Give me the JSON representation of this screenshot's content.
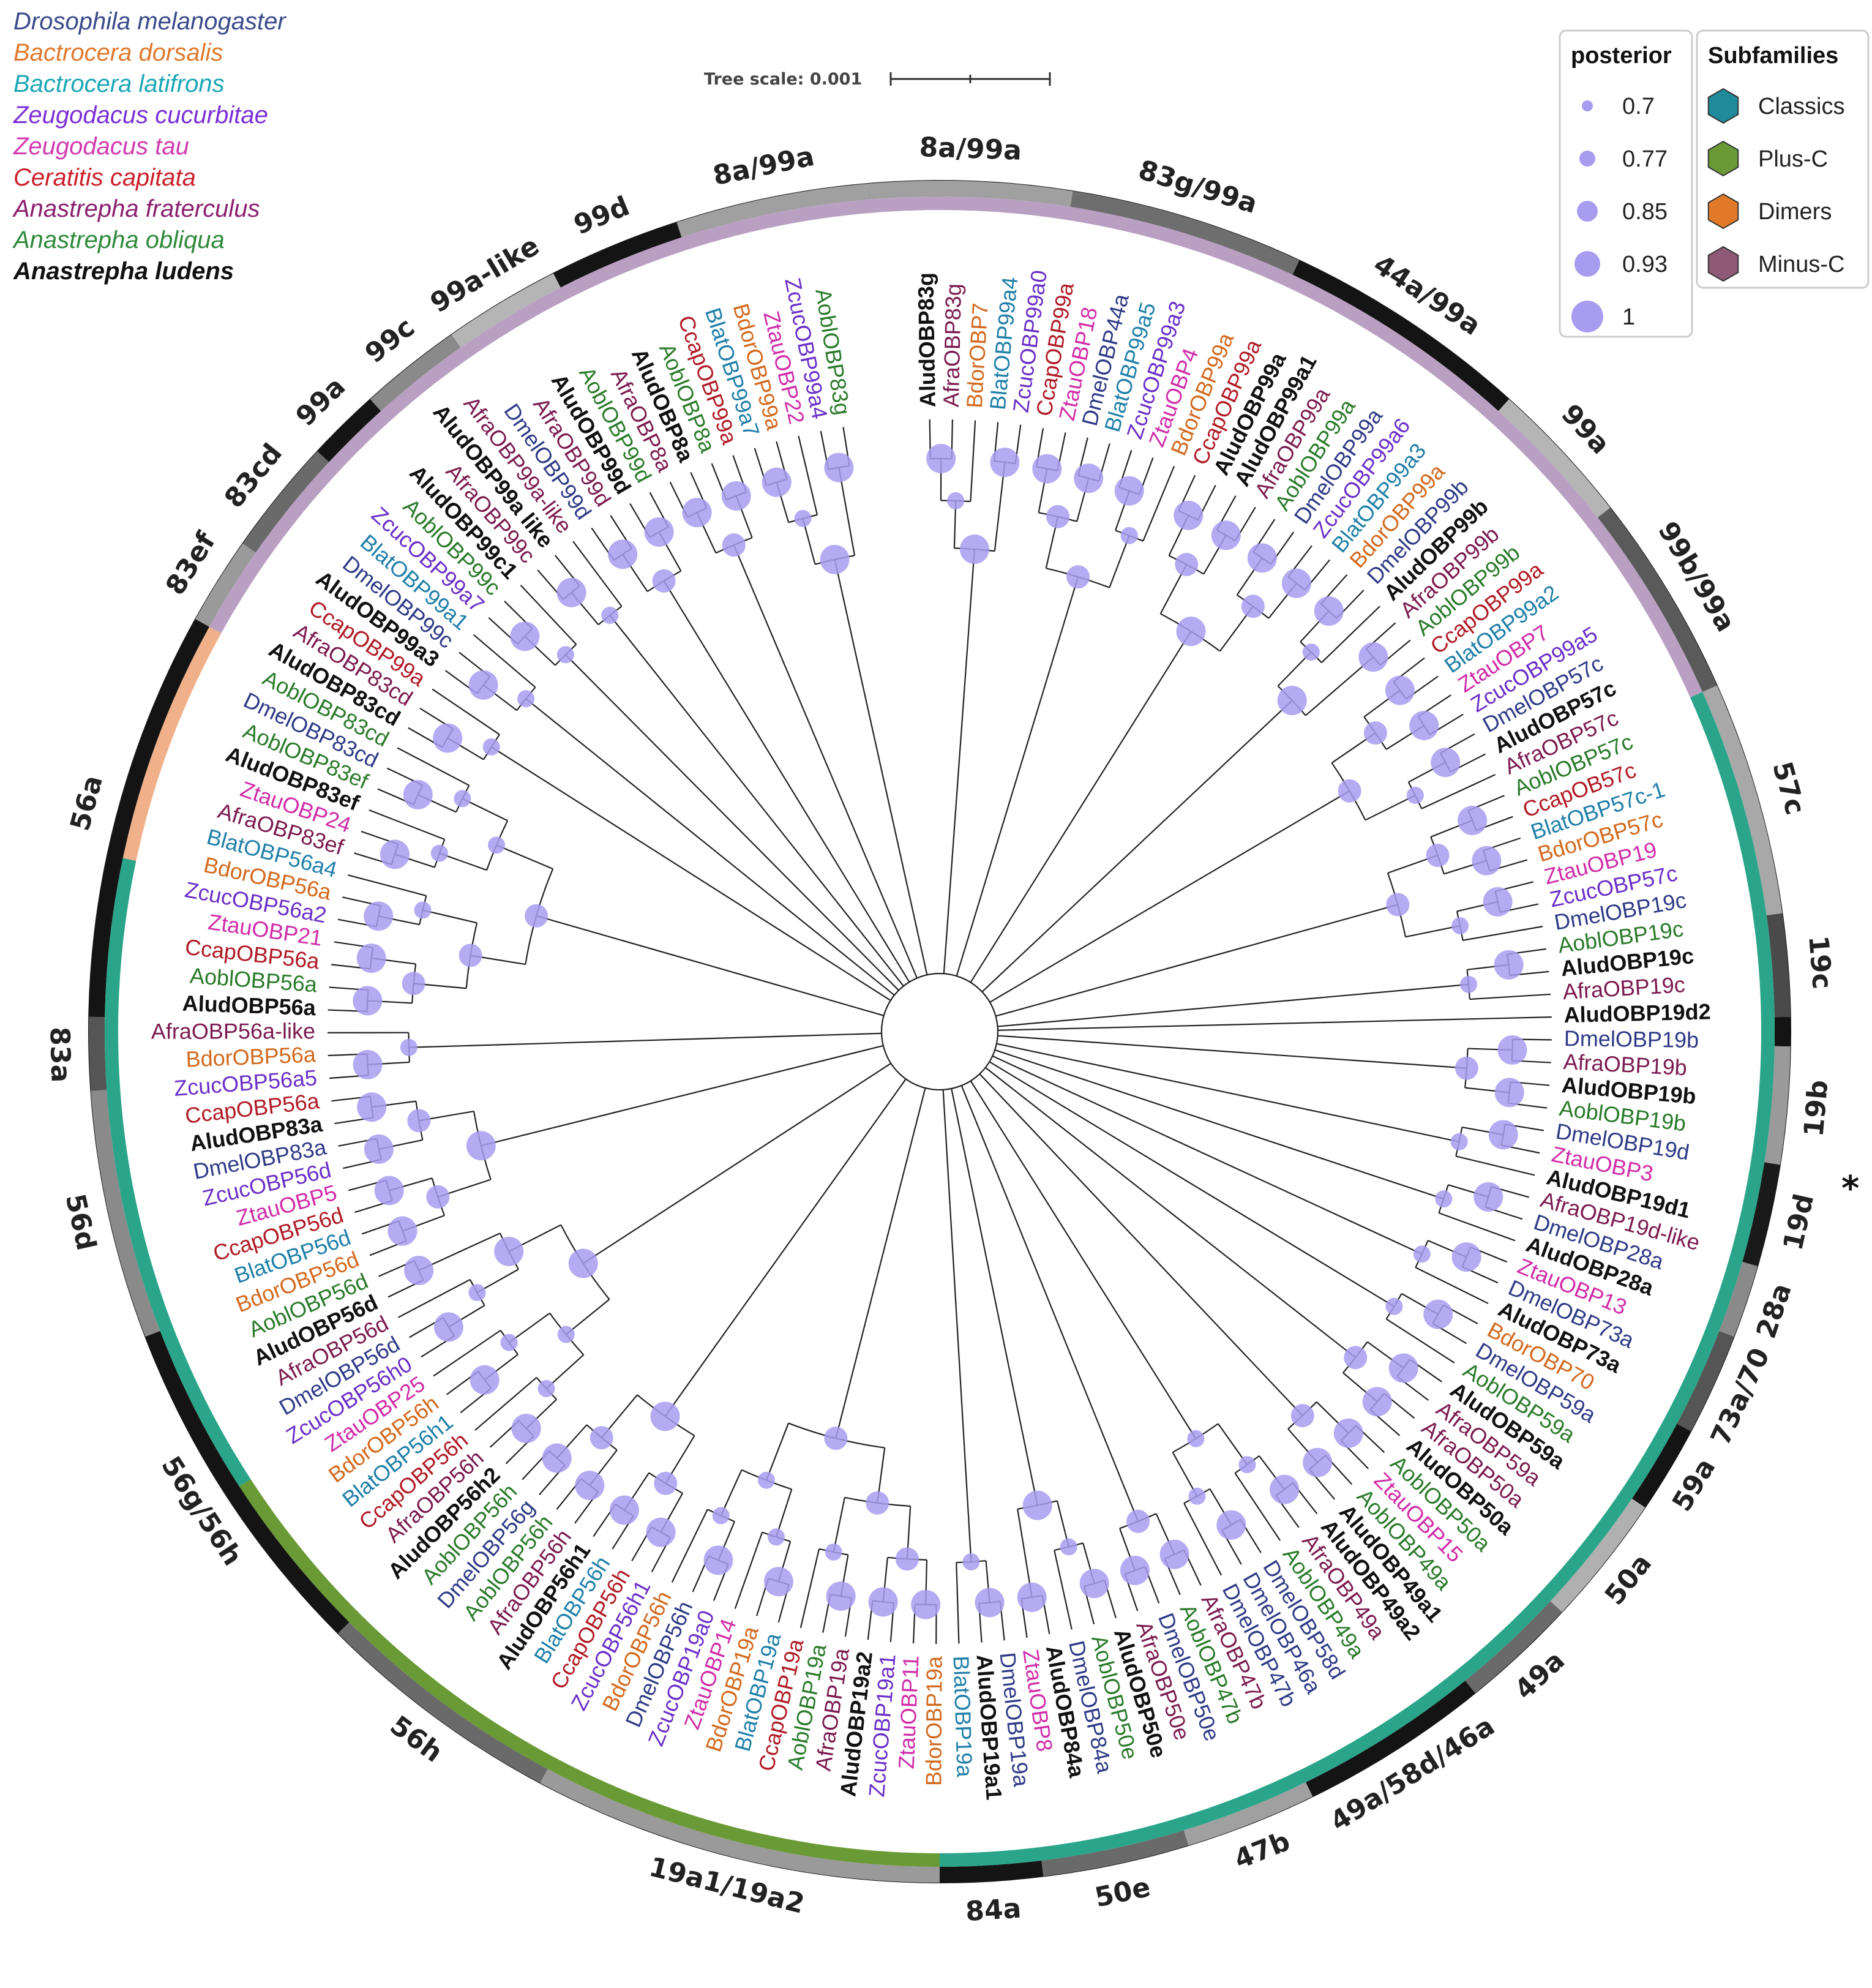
{
  "species_legend": [
    {
      "name": "Drosophila melanogaster",
      "color": "#3a4a8a",
      "bold": false
    },
    {
      "name": "Bactrocera dorsalis",
      "color": "#e0792e",
      "bold": false
    },
    {
      "name": "Bactrocera latifrons",
      "color": "#1aa7b5",
      "bold": false
    },
    {
      "name": "Zeugodacus cucurbitae",
      "color": "#7a2fd6",
      "bold": false
    },
    {
      "name": "Zeugodacus tau",
      "color": "#d23ab0",
      "bold": false
    },
    {
      "name": "Ceratitis capitata",
      "color": "#cc1f2a",
      "bold": false
    },
    {
      "name": "Anastrepha fraterculus",
      "color": "#8a1f6e",
      "bold": false
    },
    {
      "name": "Anastrepha obliqua",
      "color": "#2e8a3a",
      "bold": false
    },
    {
      "name": "Anastrepha ludens",
      "color": "#111111",
      "bold": true
    }
  ],
  "scale_bar": {
    "label": "Tree scale: 0.001"
  },
  "posterior_legend": {
    "header": "posterior",
    "values": [
      "0.7",
      "0.77",
      "0.85",
      "0.93",
      "1"
    ],
    "color": "#a89cf0"
  },
  "subfamilies_legend": {
    "header": "Subfamilies",
    "items": [
      {
        "name": "Classics",
        "color": "#1f8a99"
      },
      {
        "name": "Plus-C",
        "color": "#6a9a35"
      },
      {
        "name": "Dimers",
        "color": "#e07a28"
      },
      {
        "name": "Minus-C",
        "color": "#8e5a78"
      }
    ]
  },
  "subfamily_ring": [
    {
      "name": "Minus-C",
      "start": -61,
      "end": 66,
      "color": "#b9a0c3"
    },
    {
      "name": "Classics",
      "start": 66,
      "end": 180,
      "color": "#2aa58a"
    },
    {
      "name": "Plus-C",
      "start": 180,
      "end": 237,
      "color": "#6a9a35"
    },
    {
      "name": "Classics",
      "start": 237,
      "end": 282,
      "color": "#2aa58a"
    },
    {
      "name": "Dimers",
      "start": 282,
      "end": 299,
      "color": "#f0b08a"
    }
  ],
  "clades": [
    {
      "label": "8a/99a",
      "start": -5,
      "end": 9,
      "shade": "#a0a0a0"
    },
    {
      "label": "83g/99a",
      "start": 9,
      "end": 25,
      "shade": "#6e6e6e"
    },
    {
      "label": "44a/99a",
      "start": 25,
      "end": 42,
      "shade": "#141414"
    },
    {
      "label": "99a",
      "start": 42,
      "end": 52,
      "shade": "#b5b5b5"
    },
    {
      "label": "99b/99a",
      "start": 52,
      "end": 66,
      "shade": "#5a5a5a"
    },
    {
      "label": "57c",
      "start": 66,
      "end": 82,
      "shade": "#a8a8a8"
    },
    {
      "label": "19c",
      "start": 82,
      "end": 89,
      "shade": "#4a4a4a"
    },
    {
      "label": "*",
      "start": 89,
      "end": 91,
      "shade": "#141414"
    },
    {
      "label": "19b",
      "start": 91,
      "end": 99,
      "shade": "#9a9a9a"
    },
    {
      "label": "19d",
      "start": 99,
      "end": 106,
      "shade": "#1a1a1a"
    },
    {
      "label": "28a",
      "start": 106,
      "end": 111,
      "shade": "#8a8a8a"
    },
    {
      "label": "73a/70",
      "start": 111,
      "end": 118,
      "shade": "#555555"
    },
    {
      "label": "59a",
      "start": 118,
      "end": 124,
      "shade": "#141414"
    },
    {
      "label": "50a",
      "start": 124,
      "end": 133,
      "shade": "#b0b0b0"
    },
    {
      "label": "49a",
      "start": 133,
      "end": 141,
      "shade": "#6a6a6a"
    },
    {
      "label": "49a/58d/46a",
      "start": 141,
      "end": 154,
      "shade": "#141414"
    },
    {
      "label": "47b",
      "start": 154,
      "end": 163,
      "shade": "#a0a0a0"
    },
    {
      "label": "50e",
      "start": 163,
      "end": 173,
      "shade": "#6a6a6a"
    },
    {
      "label": "84a",
      "start": 173,
      "end": 180,
      "shade": "#141414"
    },
    {
      "label": "19a1/19a2",
      "start": 180,
      "end": 208,
      "shade": "#9a9a9a"
    },
    {
      "label": "56h",
      "start": 208,
      "end": 225,
      "shade": "#6a6a6a"
    },
    {
      "label": "56g/56h",
      "start": 225,
      "end": 249,
      "shade": "#141414"
    },
    {
      "label": "56d",
      "start": 249,
      "end": 266,
      "shade": "#8a8a8a"
    },
    {
      "label": "83a",
      "start": 266,
      "end": 271,
      "shade": "#555555"
    },
    {
      "label": "56a",
      "start": 271,
      "end": 299,
      "shade": "#141414"
    },
    {
      "label": "83ef",
      "start": 299,
      "end": 305,
      "shade": "#9a9a9a"
    },
    {
      "label": "83cd",
      "start": 305,
      "end": 313,
      "shade": "#6a6a6a"
    },
    {
      "label": "99a",
      "start": 313,
      "end": 318,
      "shade": "#141414"
    },
    {
      "label": "99c",
      "start": 318,
      "end": 325,
      "shade": "#8a8a8a"
    },
    {
      "label": "99a-like",
      "start": 325,
      "end": 333,
      "shade": "#b5b5b5"
    },
    {
      "label": "99d",
      "start": 333,
      "end": 342,
      "shade": "#141414"
    },
    {
      "label": "8a/99a",
      "start": 342,
      "end": 355,
      "shade": "#a0a0a0"
    }
  ],
  "tips": [
    {
      "name": "AludOBP83g",
      "sp": "Alud"
    },
    {
      "name": "AfraOBP83g",
      "sp": "Afra"
    },
    {
      "name": "BdorOBP7",
      "sp": "Bdor"
    },
    {
      "name": "BlatOBP99a4",
      "sp": "Blat"
    },
    {
      "name": "ZcucOBP99a0",
      "sp": "Zcuc"
    },
    {
      "name": "CcapOBP99a",
      "sp": "Ccap"
    },
    {
      "name": "ZtauOBP18",
      "sp": "Ztau"
    },
    {
      "name": "DmelOBP44a",
      "sp": "Dmel"
    },
    {
      "name": "BlatOBP99a5",
      "sp": "Blat"
    },
    {
      "name": "ZcucOBP99a3",
      "sp": "Zcuc"
    },
    {
      "name": "ZtauOBP4",
      "sp": "Ztau"
    },
    {
      "name": "BdorOBP99a",
      "sp": "Bdor"
    },
    {
      "name": "CcapOBP99a",
      "sp": "Ccap"
    },
    {
      "name": "AludOBP99a",
      "sp": "Alud"
    },
    {
      "name": "AludOBP99a1",
      "sp": "Alud"
    },
    {
      "name": "AfraOBP99a",
      "sp": "Afra"
    },
    {
      "name": "AoblOBP99a",
      "sp": "Aobl"
    },
    {
      "name": "DmelOBP99a",
      "sp": "Dmel"
    },
    {
      "name": "ZcucOBP99a6",
      "sp": "Zcuc"
    },
    {
      "name": "BlatOBP99a3",
      "sp": "Blat"
    },
    {
      "name": "BdorOBP99a",
      "sp": "Bdor"
    },
    {
      "name": "DmelOBP99b",
      "sp": "Dmel"
    },
    {
      "name": "AludOBP99b",
      "sp": "Alud"
    },
    {
      "name": "AfraOBP99b",
      "sp": "Afra"
    },
    {
      "name": "AoblOBP99b",
      "sp": "Aobl"
    },
    {
      "name": "CcapOBP99a",
      "sp": "Ccap"
    },
    {
      "name": "BlatOBP99a2",
      "sp": "Blat"
    },
    {
      "name": "ZtauOBP7",
      "sp": "Ztau"
    },
    {
      "name": "ZcucOBP99a5",
      "sp": "Zcuc"
    },
    {
      "name": "DmelOBP57c",
      "sp": "Dmel"
    },
    {
      "name": "AludOBP57c",
      "sp": "Alud"
    },
    {
      "name": "AfraOBP57c",
      "sp": "Afra"
    },
    {
      "name": "AoblOBP57c",
      "sp": "Aobl"
    },
    {
      "name": "CcapOB57c",
      "sp": "Ccap"
    },
    {
      "name": "BlatOBP57c-1",
      "sp": "Blat"
    },
    {
      "name": "BdorOBP57c",
      "sp": "Bdor"
    },
    {
      "name": "ZtauOBP19",
      "sp": "Ztau"
    },
    {
      "name": "ZcucOBP57c",
      "sp": "Zcuc"
    },
    {
      "name": "DmelOBP19c",
      "sp": "Dmel"
    },
    {
      "name": "AoblOBP19c",
      "sp": "Aobl"
    },
    {
      "name": "AludOBP19c",
      "sp": "Alud"
    },
    {
      "name": "AfraOBP19c",
      "sp": "Afra"
    },
    {
      "name": "AludOBP19d2",
      "sp": "Alud"
    },
    {
      "name": "DmelOBP19b",
      "sp": "Dmel"
    },
    {
      "name": "AfraOBP19b",
      "sp": "Afra"
    },
    {
      "name": "AludOBP19b",
      "sp": "Alud"
    },
    {
      "name": "AoblOBP19b",
      "sp": "Aobl"
    },
    {
      "name": "DmelOBP19d",
      "sp": "Dmel"
    },
    {
      "name": "ZtauOBP3",
      "sp": "Ztau"
    },
    {
      "name": "AludOBP19d1",
      "sp": "Alud"
    },
    {
      "name": "AfraOBP19d-like",
      "sp": "Afra"
    },
    {
      "name": "DmelOBP28a",
      "sp": "Dmel"
    },
    {
      "name": "AludOBP28a",
      "sp": "Alud"
    },
    {
      "name": "ZtauOBP13",
      "sp": "Ztau"
    },
    {
      "name": "DmelOBP73a",
      "sp": "Dmel"
    },
    {
      "name": "AludOBP73a",
      "sp": "Alud"
    },
    {
      "name": "BdorOBP70",
      "sp": "Bdor"
    },
    {
      "name": "DmelOBP59a",
      "sp": "Dmel"
    },
    {
      "name": "AoblOBP59a",
      "sp": "Aobl"
    },
    {
      "name": "AludOBP59a",
      "sp": "Alud"
    },
    {
      "name": "AfraOBP59a",
      "sp": "Afra"
    },
    {
      "name": "AfraOBP50a",
      "sp": "Afra"
    },
    {
      "name": "AludOBP50a",
      "sp": "Alud"
    },
    {
      "name": "AoblOBP50a",
      "sp": "Aobl"
    },
    {
      "name": "ZtauOBP15",
      "sp": "Ztau"
    },
    {
      "name": "AoblOBP49a",
      "sp": "Aobl"
    },
    {
      "name": "AludOBP49a1",
      "sp": "Alud"
    },
    {
      "name": "AludOBP49a2",
      "sp": "Alud"
    },
    {
      "name": "AfraOBP49a",
      "sp": "Afra"
    },
    {
      "name": "AoblOBP49a",
      "sp": "Aobl"
    },
    {
      "name": "DmelOBP58d",
      "sp": "Dmel"
    },
    {
      "name": "DmelOBP46a",
      "sp": "Dmel"
    },
    {
      "name": "DmelOBP47b",
      "sp": "Dmel"
    },
    {
      "name": "AfraOBP47b",
      "sp": "Afra"
    },
    {
      "name": "AoblOBP47b",
      "sp": "Aobl"
    },
    {
      "name": "DmelOBP50e",
      "sp": "Dmel"
    },
    {
      "name": "AfraOBP50e",
      "sp": "Afra"
    },
    {
      "name": "AludOBP50e",
      "sp": "Alud"
    },
    {
      "name": "AoblOBP50e",
      "sp": "Aobl"
    },
    {
      "name": "DmelOBP84a",
      "sp": "Dmel"
    },
    {
      "name": "AludOBP84a",
      "sp": "Alud"
    },
    {
      "name": "ZtauOBP8",
      "sp": "Ztau"
    },
    {
      "name": "DmelOBP19a",
      "sp": "Dmel"
    },
    {
      "name": "AludOBP19a1",
      "sp": "Alud"
    },
    {
      "name": "BlatOBP19a",
      "sp": "Blat"
    },
    {
      "name": "BdorOBP19a",
      "sp": "Bdor"
    },
    {
      "name": "ZtauOBP11",
      "sp": "Ztau"
    },
    {
      "name": "ZcucOBP19a1",
      "sp": "Zcuc"
    },
    {
      "name": "AludOBP19a2",
      "sp": "Alud"
    },
    {
      "name": "AfraOBP19a",
      "sp": "Afra"
    },
    {
      "name": "AoblOBP19a",
      "sp": "Aobl"
    },
    {
      "name": "CcapOBP19a",
      "sp": "Ccap"
    },
    {
      "name": "BlatOBP19a",
      "sp": "Blat"
    },
    {
      "name": "BdorOBP19a",
      "sp": "Bdor"
    },
    {
      "name": "ZtauOBP14",
      "sp": "Ztau"
    },
    {
      "name": "ZcucOBP19a0",
      "sp": "Zcuc"
    },
    {
      "name": "DmelOBP56h",
      "sp": "Dmel"
    },
    {
      "name": "BdorOBP56h",
      "sp": "Bdor"
    },
    {
      "name": "ZcucOBP56h1",
      "sp": "Zcuc"
    },
    {
      "name": "CcapOBP56h",
      "sp": "Ccap"
    },
    {
      "name": "BlatOBP56h",
      "sp": "Blat"
    },
    {
      "name": "AludOBP56h1",
      "sp": "Alud"
    },
    {
      "name": "AfraOBP56h",
      "sp": "Afra"
    },
    {
      "name": "AoblOBP56h",
      "sp": "Aobl"
    },
    {
      "name": "DmelOBP56g",
      "sp": "Dmel"
    },
    {
      "name": "AoblOBP56h",
      "sp": "Aobl"
    },
    {
      "name": "AludOBP56h2",
      "sp": "Alud"
    },
    {
      "name": "AfraOBP56h",
      "sp": "Afra"
    },
    {
      "name": "CcapOBP56h",
      "sp": "Ccap"
    },
    {
      "name": "BlatOBP56h1",
      "sp": "Blat"
    },
    {
      "name": "BdorOBP56h",
      "sp": "Bdor"
    },
    {
      "name": "ZtauOBP25",
      "sp": "Ztau"
    },
    {
      "name": "ZcucOBP56h0",
      "sp": "Zcuc"
    },
    {
      "name": "DmelOBP56d",
      "sp": "Dmel"
    },
    {
      "name": "AfraOBP56d",
      "sp": "Afra"
    },
    {
      "name": "AludOBP56d",
      "sp": "Alud"
    },
    {
      "name": "AoblOBP56d",
      "sp": "Aobl"
    },
    {
      "name": "BdorOBP56d",
      "sp": "Bdor"
    },
    {
      "name": "BlatOBP56d",
      "sp": "Blat"
    },
    {
      "name": "CcapOBP56d",
      "sp": "Ccap"
    },
    {
      "name": "ZtauOBP5",
      "sp": "Ztau"
    },
    {
      "name": "ZcucOBP56d",
      "sp": "Zcuc"
    },
    {
      "name": "DmelOBP83a",
      "sp": "Dmel"
    },
    {
      "name": "AludOBP83a",
      "sp": "Alud"
    },
    {
      "name": "CcapOBP56a",
      "sp": "Ccap"
    },
    {
      "name": "ZcucOBP56a5",
      "sp": "Zcuc"
    },
    {
      "name": "BdorOBP56a",
      "sp": "Bdor"
    },
    {
      "name": "AfraOBP56a-like",
      "sp": "Afra"
    },
    {
      "name": "AludOBP56a",
      "sp": "Alud"
    },
    {
      "name": "AoblOBP56a",
      "sp": "Aobl"
    },
    {
      "name": "CcapOBP56a",
      "sp": "Ccap"
    },
    {
      "name": "ZtauOBP21",
      "sp": "Ztau"
    },
    {
      "name": "ZcucOBP56a2",
      "sp": "Zcuc"
    },
    {
      "name": "BdorOBP56a",
      "sp": "Bdor"
    },
    {
      "name": "BlatOBP56a4",
      "sp": "Blat"
    },
    {
      "name": "AfraOBP83ef",
      "sp": "Afra"
    },
    {
      "name": "ZtauOBP24",
      "sp": "Ztau"
    },
    {
      "name": "AludOBP83ef",
      "sp": "Alud"
    },
    {
      "name": "AoblOBP83ef",
      "sp": "Aobl"
    },
    {
      "name": "DmelOBP83cd",
      "sp": "Dmel"
    },
    {
      "name": "AoblOBP83cd",
      "sp": "Aobl"
    },
    {
      "name": "AludOBP83cd",
      "sp": "Alud"
    },
    {
      "name": "AfraOBP83cd",
      "sp": "Afra"
    },
    {
      "name": "CcapOBP99a",
      "sp": "Ccap"
    },
    {
      "name": "AludOBP99a3",
      "sp": "Alud"
    },
    {
      "name": "DmelOBP99c",
      "sp": "Dmel"
    },
    {
      "name": "BlatOBP99a1",
      "sp": "Blat"
    },
    {
      "name": "ZcucOBP99a7",
      "sp": "Zcuc"
    },
    {
      "name": "AoblOBP99c",
      "sp": "Aobl"
    },
    {
      "name": "AludOBP99c1",
      "sp": "Alud"
    },
    {
      "name": "AfraOBP99c",
      "sp": "Afra"
    },
    {
      "name": "AludOBP99a like",
      "sp": "Alud"
    },
    {
      "name": "AfraOBP99a-like",
      "sp": "Afra"
    },
    {
      "name": "DmelOBP99d",
      "sp": "Dmel"
    },
    {
      "name": "AfraOBP99d",
      "sp": "Afra"
    },
    {
      "name": "AludOBP99d",
      "sp": "Alud"
    },
    {
      "name": "AoblOBP99d",
      "sp": "Aobl"
    },
    {
      "name": "AfraOBP8a",
      "sp": "Afra"
    },
    {
      "name": "AludOBP8a",
      "sp": "Alud"
    },
    {
      "name": "AoblOBP8a",
      "sp": "Aobl"
    },
    {
      "name": "CcapOBP99a",
      "sp": "Ccap"
    },
    {
      "name": "BlatOBP99a7",
      "sp": "Blat"
    },
    {
      "name": "BdorOBP99a",
      "sp": "Bdor"
    },
    {
      "name": "ZtauOBP22",
      "sp": "Ztau"
    },
    {
      "name": "ZcucOBP99a4",
      "sp": "Zcuc"
    },
    {
      "name": "AoblOBP83g",
      "sp": "Aobl"
    }
  ],
  "species_colors": {
    "Dmel": "#2e3a86",
    "Bdor": "#d2691e",
    "Blat": "#1f7fa8",
    "Zcuc": "#6a2fc8",
    "Ztau": "#d02ca8",
    "Ccap": "#b01a25",
    "Afra": "#7a1a4e",
    "Aobl": "#2a7a2a",
    "Alud": "#111111"
  },
  "branch_color": "#222222",
  "node_color": "#a89cf0"
}
